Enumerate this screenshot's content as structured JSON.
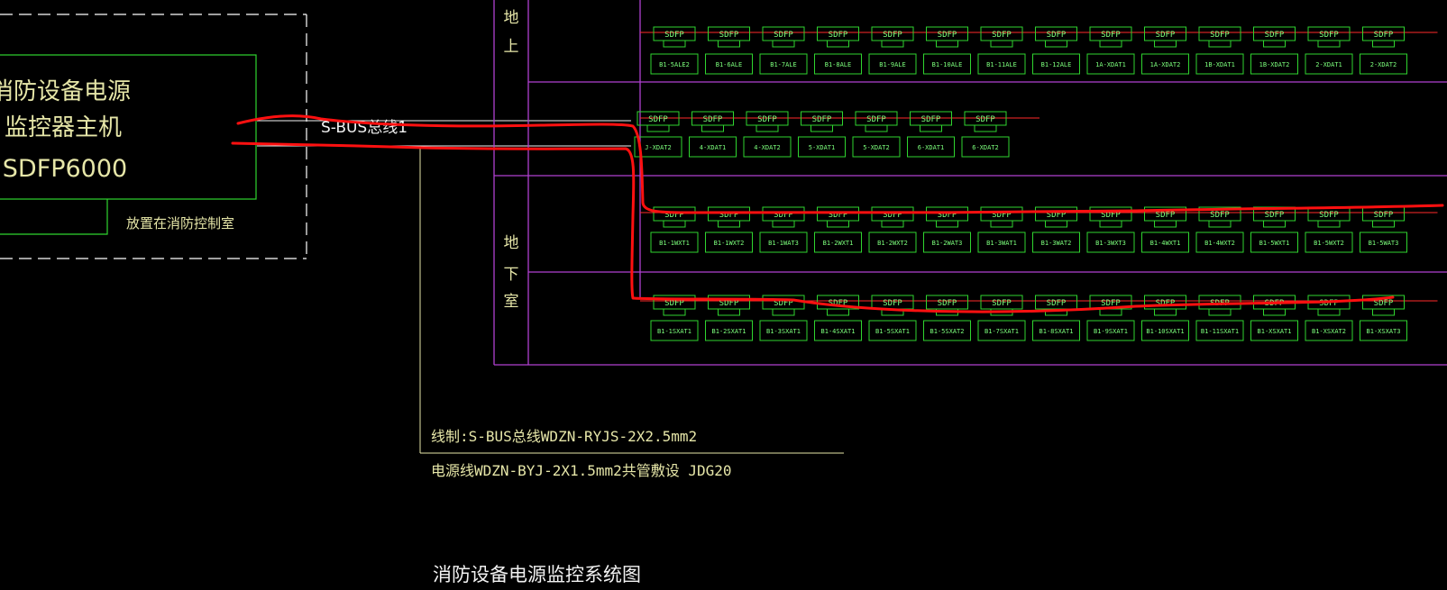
{
  "colors": {
    "background": "#000000",
    "dashed_frame": "#ffffff",
    "host_box": "#2fd52f",
    "floor_lines": "#b040d0",
    "module": "#2fd52f",
    "bus_stub": "#ff2a2a",
    "hand_drawn": "#ff1010",
    "leader": "#e6e6a8",
    "text_white": "#f2f2f2",
    "text_yellow": "#e6e6a8",
    "text_green": "#7cff7c"
  },
  "host": {
    "line1": "消防设备电源",
    "line2": "监控器主机",
    "model": "SDFP6000",
    "location": "放置在消防控制室"
  },
  "bus_label": "S-BUS总线1",
  "floors": {
    "above_1": "地",
    "above_2": "上",
    "below_1": "地",
    "below_2": "下",
    "below_3": "室"
  },
  "module_type": "SDFP",
  "rows": [
    {
      "id": "row-1",
      "labels": [
        "B1-5ALE2",
        "B1-6ALE",
        "B1-7ALE",
        "B1-8ALE",
        "B1-9ALE",
        "B1-10ALE",
        "B1-11ALE",
        "B1-12ALE",
        "1A-XDAT1",
        "1A-XDAT2",
        "1B-XDAT1",
        "1B-XDAT2",
        "2-XDAT1",
        "2-XDAT2"
      ]
    },
    {
      "id": "row-2",
      "labels": [
        "J-XDAT2",
        "4-XDAT1",
        "4-XDAT2",
        "5-XDAT1",
        "5-XDAT2",
        "6-XDAT1",
        "6-XDAT2"
      ]
    },
    {
      "id": "row-3",
      "labels": [
        "B1-1WXT1",
        "B1-1WXT2",
        "B1-1WAT3",
        "B1-2WXT1",
        "B1-2WXT2",
        "B1-2WAT3",
        "B1-3WAT1",
        "B1-3WAT2",
        "B1-3WXT3",
        "B1-4WXT1",
        "B1-4WXT2",
        "B1-5WXT1",
        "B1-5WXT2",
        "B1-5WAT3"
      ]
    },
    {
      "id": "row-4",
      "labels": [
        "B1-1SXAT1",
        "B1-2SXAT1",
        "B1-3SXAT1",
        "B1-4SXAT1",
        "B1-5SXAT1",
        "B1-5SXAT2",
        "B1-7SXAT1",
        "B1-8SXAT1",
        "B1-9SXAT1",
        "B1-10SXAT1",
        "B1-11SXAT1",
        "B1-XSXAT1",
        "B1-XSXAT2",
        "B1-XSXAT3"
      ]
    }
  ],
  "wiring_note_1": "线制:S-BUS总线WDZN-RYJS-2X2.5mm2",
  "wiring_note_2": "电源线WDZN-BYJ-2X1.5mm2共管敷设 JDG20",
  "title": "消防设备电源监控系统图"
}
